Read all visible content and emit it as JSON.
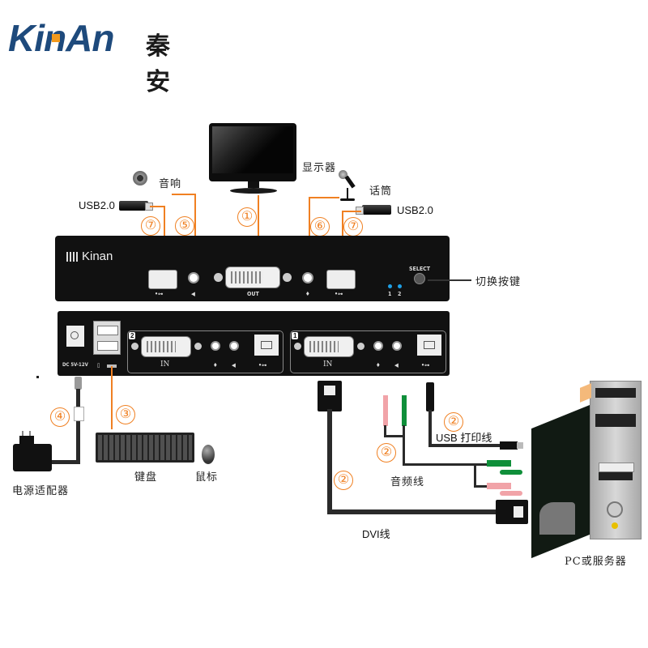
{
  "brand": {
    "logo_text": "KinAn",
    "logo_cn": "秦安",
    "colors": {
      "primary": "#1e4a7c",
      "accent": "#f39a1e",
      "callout": "#f08022"
    }
  },
  "front_panel": {
    "logo": "Kinan",
    "out_label": "OUT",
    "select_label": "SELECT",
    "led_labels": [
      "1",
      "2"
    ],
    "led_color": "#1ea0e6"
  },
  "rear_panel": {
    "dc_label": "DC 5V-12V",
    "port_groups": [
      {
        "number": "2",
        "dvi_label": "IN"
      },
      {
        "number": "1",
        "dvi_label": "IN"
      }
    ]
  },
  "labels": {
    "monitor": "显示器",
    "speaker": "音响",
    "microphone": "话筒",
    "usb_left": "USB2.0",
    "usb_right": "USB2.0",
    "switch_button": "切换按键",
    "keyboard": "键盘",
    "mouse": "鼠标",
    "power_adapter": "电源适配器",
    "usb_printer_cable": "USB 打印线",
    "audio_cable": "音频线",
    "dvi_cable": "DVI线",
    "pc_server": "PC或服务器"
  },
  "callouts": {
    "monitor": "①",
    "usb_printer": "②",
    "audio": "②",
    "dvi": "②",
    "keyboard": "③",
    "power": "④",
    "speaker": "⑤",
    "microphone": "⑥",
    "usb_left": "⑦",
    "usb_right": "⑦"
  }
}
